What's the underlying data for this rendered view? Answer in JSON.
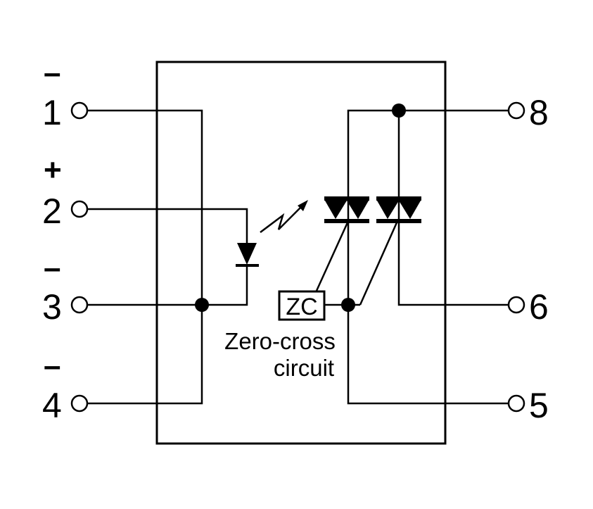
{
  "pins": {
    "p1": "1",
    "p2": "2",
    "p3": "3",
    "p4": "4",
    "p5": "5",
    "p6": "6",
    "p8": "8"
  },
  "signs": {
    "p1": "–",
    "p2": "+",
    "p3": "–",
    "p4": "–"
  },
  "zc": {
    "label": "ZC",
    "caption_line1": "Zero-cross",
    "caption_line2": "circuit"
  }
}
